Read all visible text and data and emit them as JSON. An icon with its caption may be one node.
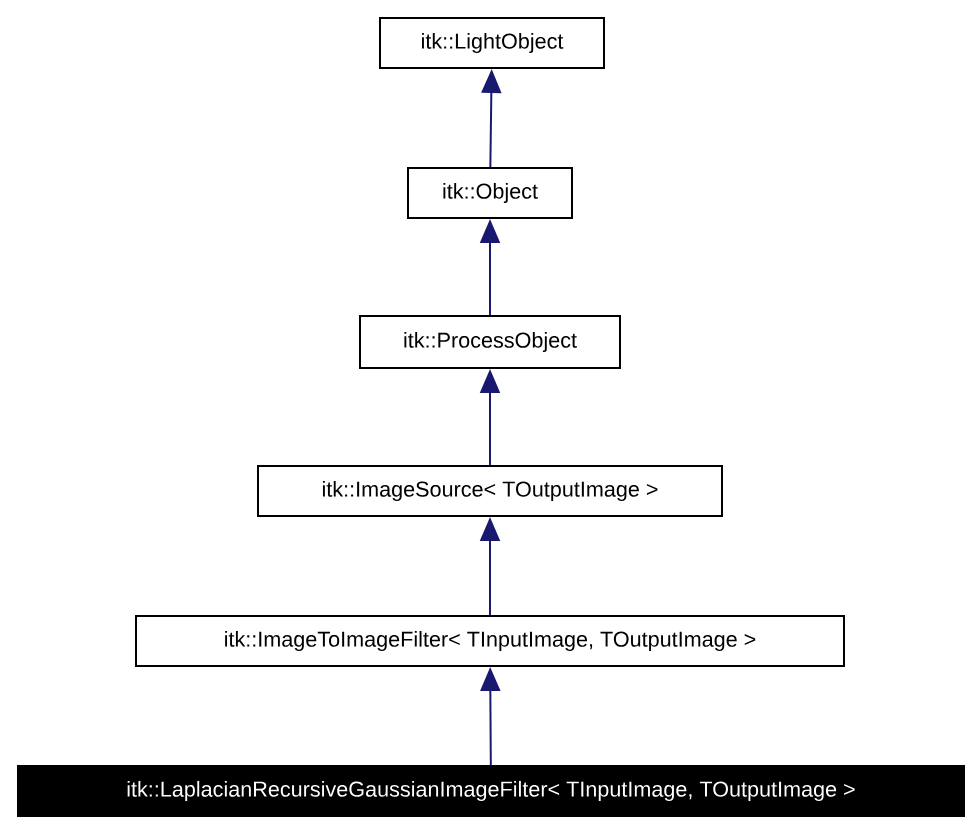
{
  "diagram": {
    "nodes": [
      {
        "text": [
          "itk::LightObject"
        ]
      },
      {
        "text": [
          "itk::Object"
        ]
      },
      {
        "text": [
          "itk::ProcessObject"
        ]
      },
      {
        "text": [
          "itk::ImageSource< TOutputImage >"
        ]
      },
      {
        "text": [
          "itk::ImageToImageFilter< TInputImage, TOutputImage >"
        ]
      },
      {
        "text": [
          "itk::LaplacianRecursiveGaussianImageFilter< TInputImage, TOutputImage >"
        ]
      }
    ],
    "edges": [
      {
        "from": 1,
        "to": 0,
        "arrow": "to"
      },
      {
        "from": 2,
        "to": 1,
        "arrow": "to"
      },
      {
        "from": 3,
        "to": 2,
        "arrow": "to"
      },
      {
        "from": 4,
        "to": 3,
        "arrow": "to"
      },
      {
        "from": 5,
        "to": 4,
        "arrow": "to"
      }
    ]
  }
}
